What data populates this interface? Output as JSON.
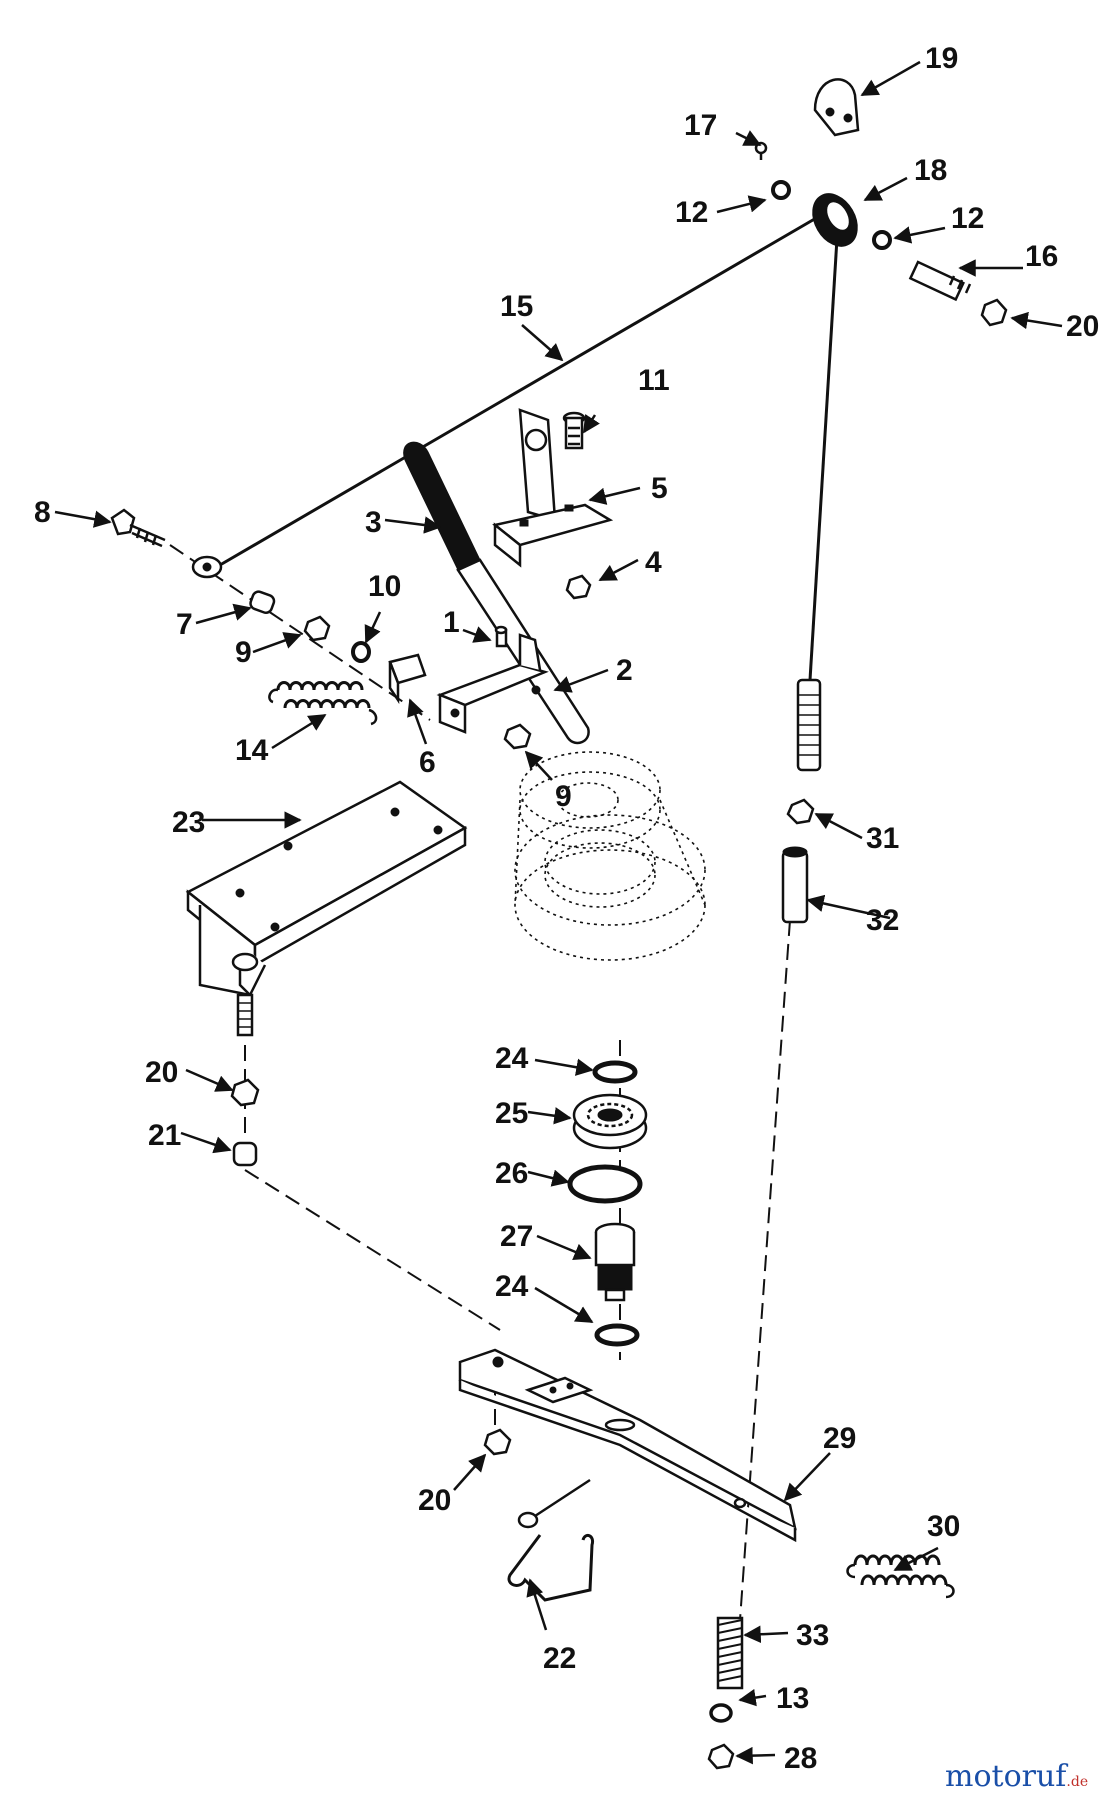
{
  "callouts": {
    "c1": "1",
    "c2": "2",
    "c3": "3",
    "c4": "4",
    "c5": "5",
    "c6": "6",
    "c7": "7",
    "c8": "8",
    "c9a": "9",
    "c9b": "9",
    "c10": "10",
    "c11": "11",
    "c12a": "12",
    "c12b": "12",
    "c13": "13",
    "c14": "14",
    "c15": "15",
    "c16": "16",
    "c17": "17",
    "c18": "18",
    "c19": "19",
    "c20a": "20",
    "c20b": "20",
    "c20c": "20",
    "c21": "21",
    "c22": "22",
    "c23": "23",
    "c24a": "24",
    "c24b": "24",
    "c25": "25",
    "c26": "26",
    "c27": "27",
    "c28": "28",
    "c29": "29",
    "c30": "30",
    "c31": "31",
    "c32": "32",
    "c33": "33"
  },
  "watermark": {
    "name": "motoruf",
    "suffix": ".de"
  },
  "colors": {
    "ink": "#111111",
    "background": "#ffffff",
    "watermark_blue": "#1a4fa8",
    "watermark_green": "#3a9a3a",
    "watermark_red": "#c0302a",
    "watermark_orange": "#e08a1e"
  }
}
